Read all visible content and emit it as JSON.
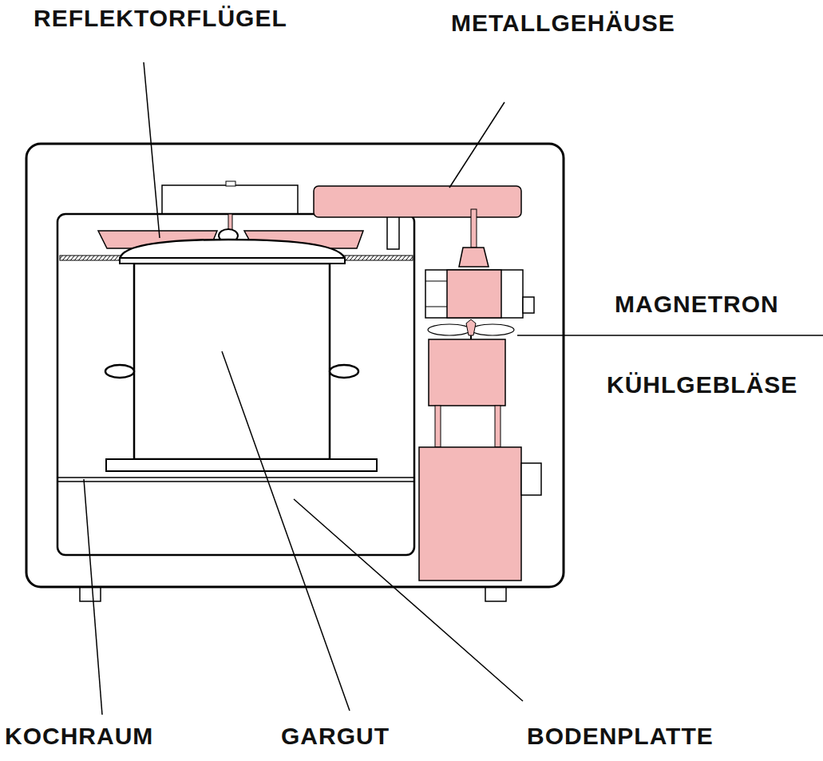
{
  "diagram": {
    "labels": [
      "REFLEKTORFLÜGEL",
      "METALLGEHÄUSE",
      "MAGNETRON",
      "KÜHLGEBLÄSE",
      "KOCHRAUM",
      "GARGUT",
      "BODENPLATTE"
    ]
  }
}
